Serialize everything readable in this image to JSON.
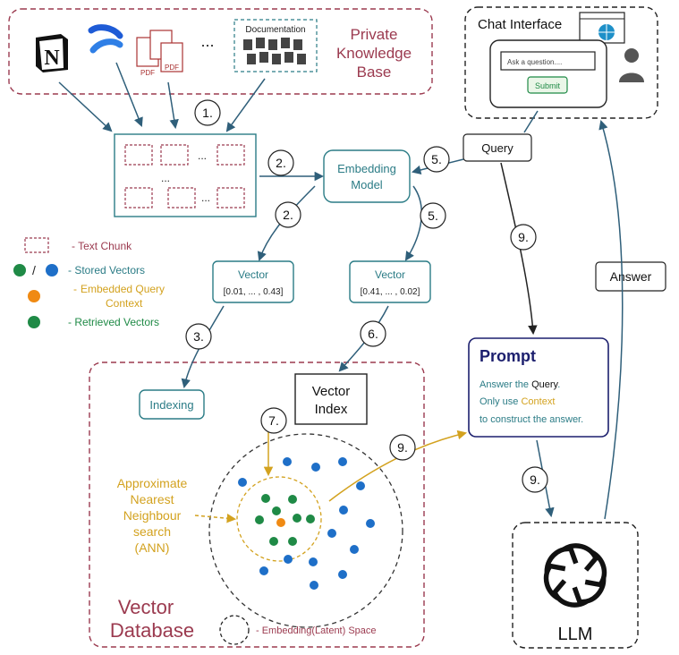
{
  "knowledge_base": {
    "title_lines": [
      "Private",
      "Knowledge",
      "Base"
    ],
    "pdf_label": "PDF",
    "ellipsis": "...",
    "documentation_label": "Documentation"
  },
  "chat": {
    "title": "Chat Interface",
    "placeholder": "Ask a question....",
    "submit": "Submit"
  },
  "query": "Query",
  "answer": "Answer",
  "chunks": {
    "ellipsis": "..."
  },
  "embedding_model_lines": [
    "Embedding",
    "Model"
  ],
  "vector_left": {
    "title": "Vector",
    "value": "[0.01, ... , 0.43]"
  },
  "vector_right": {
    "title": "Vector",
    "value": "[0.41, ... , 0.02]"
  },
  "steps": {
    "s1": "1.",
    "s2": "2.",
    "s3": "3.",
    "s5": "5.",
    "s6": "6.",
    "s7": "7.",
    "s9": "9."
  },
  "legend": {
    "text_chunk": "- Text Chunk",
    "slash": "/",
    "stored_vectors": "- Stored Vectors",
    "embedded_query_lines": [
      "Embedded Query",
      "Context"
    ],
    "retrieved_vectors": "- Retrieved Vectors",
    "latent_space": "- Embedding(Latent) Space"
  },
  "indexing": "Indexing",
  "vector_index_lines": [
    "Vector",
    "Index"
  ],
  "ann_lines": [
    "Approximate",
    "Nearest",
    "Neighbour",
    "search",
    "(ANN)"
  ],
  "vector_database_lines": [
    "Vector",
    "Database"
  ],
  "prompt": {
    "title": "Prompt",
    "line1_before": "Answer the ",
    "line1_keyword": "Query",
    "line1_after": ".",
    "line2_before": "Only use ",
    "line2_keyword": "Context",
    "line3": "to construct the answer."
  },
  "llm": "LLM",
  "colors": {
    "teal": "#2b7c86",
    "maroon": "#9b3a4f",
    "gold": "#d3a21f",
    "green": "#1f8a46",
    "blue": "#1e6fc8",
    "orange": "#f08a13",
    "navy": "#1c1f6e",
    "arrow": "#2f5f7a"
  }
}
